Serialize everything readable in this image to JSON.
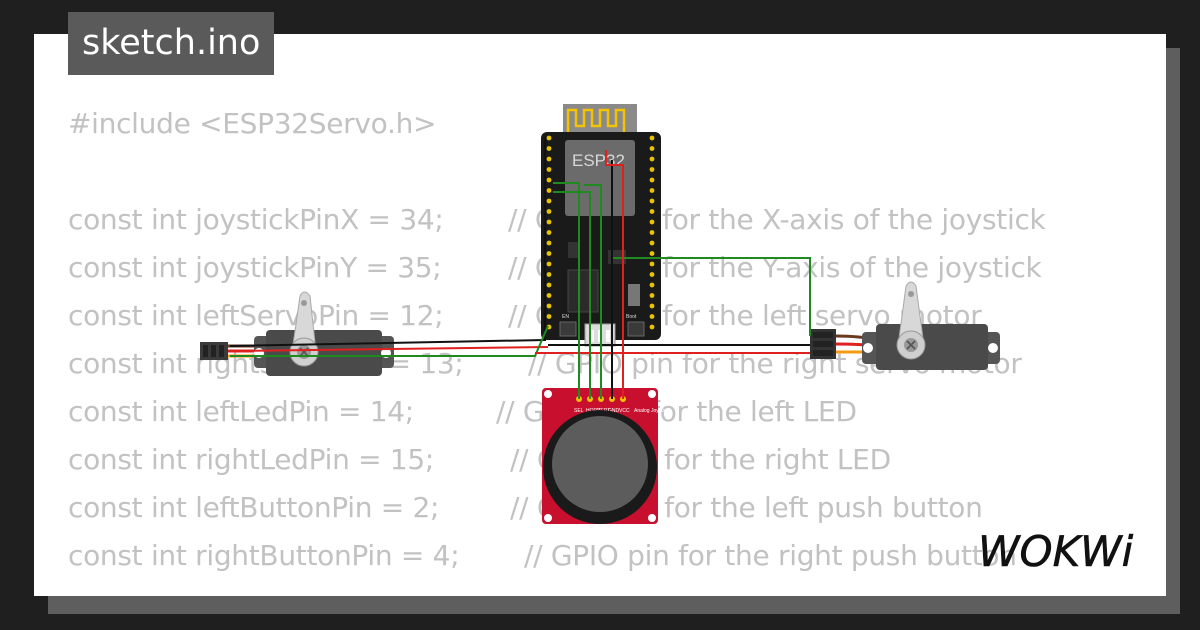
{
  "title": "sketch.ino",
  "code_lines": [
    {
      "code": "#include <ESP32Servo.h>",
      "comment": ""
    },
    {
      "code": "",
      "comment": ""
    },
    {
      "code": "const int joystickPinX = 34;",
      "comment": "// GPIO pin for the X-axis of the joystick"
    },
    {
      "code": "const int joystickPinY = 35;",
      "comment": "// GPIO pin for the Y-axis of the joystick"
    },
    {
      "code": "const int leftServoPin = 12;",
      "comment": "// GPIO pin for the left servo motor"
    },
    {
      "code": "const int rightServoPin = 13;",
      "comment": "// GPIO pin for the right servo motor"
    },
    {
      "code": "const int leftLedPin = 14;",
      "comment": "// GPIO pin for the left LED"
    },
    {
      "code": "const int rightLedPin = 15;",
      "comment": "// GPIO pin for the right LED"
    },
    {
      "code": "const int leftButtonPin = 2;",
      "comment": "// GPIO pin for the left push button"
    },
    {
      "code": "const int rightButtonPin = 4;",
      "comment": "// GPIO pin for the right push button"
    }
  ],
  "board_label": "ESP32",
  "boot_label": "Boot",
  "en_label": "EN",
  "joystick_label": "Analog Joystick",
  "joystick_pins": [
    "SEL",
    "HORZ",
    "VERT",
    "GND",
    "VCC"
  ],
  "brand": "WOKWi",
  "colors": {
    "background": "#1f1f1f",
    "card": "#ffffff",
    "code_text": "#c2c2c2",
    "title_badge": "#5a5a5a",
    "board": "#1a1a1a",
    "wire_green": "#1f8a1f",
    "wire_red": "#e01f1f",
    "wire_black": "#111111",
    "joystick_pcb": "#c8102e",
    "servo_body": "#555555"
  }
}
